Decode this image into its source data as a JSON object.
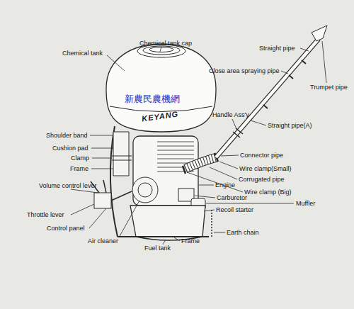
{
  "diagram": {
    "labels": [
      "Chemical tank cap",
      "Chemical tank",
      "Straight pipe",
      "Close area spraying pipe",
      "Trumpet pipe",
      "新農民農機網",
      "KEYANG",
      "Handle Ass'y",
      "Straight pipe(A)",
      "Shoulder band",
      "Cushion pad",
      "Clamp",
      "Frame",
      "Connector pipe",
      "Wire clamp(Small)",
      "Corrugated pipe",
      "Engine",
      "Wire clamp (Big)",
      "Volume control lever",
      "Carburetor",
      "Muffler",
      "Recoil starter",
      "Throttle lever",
      "Control panel",
      "Earth chain",
      "Air cleaner",
      "Frame",
      "Fuel tank"
    ]
  }
}
